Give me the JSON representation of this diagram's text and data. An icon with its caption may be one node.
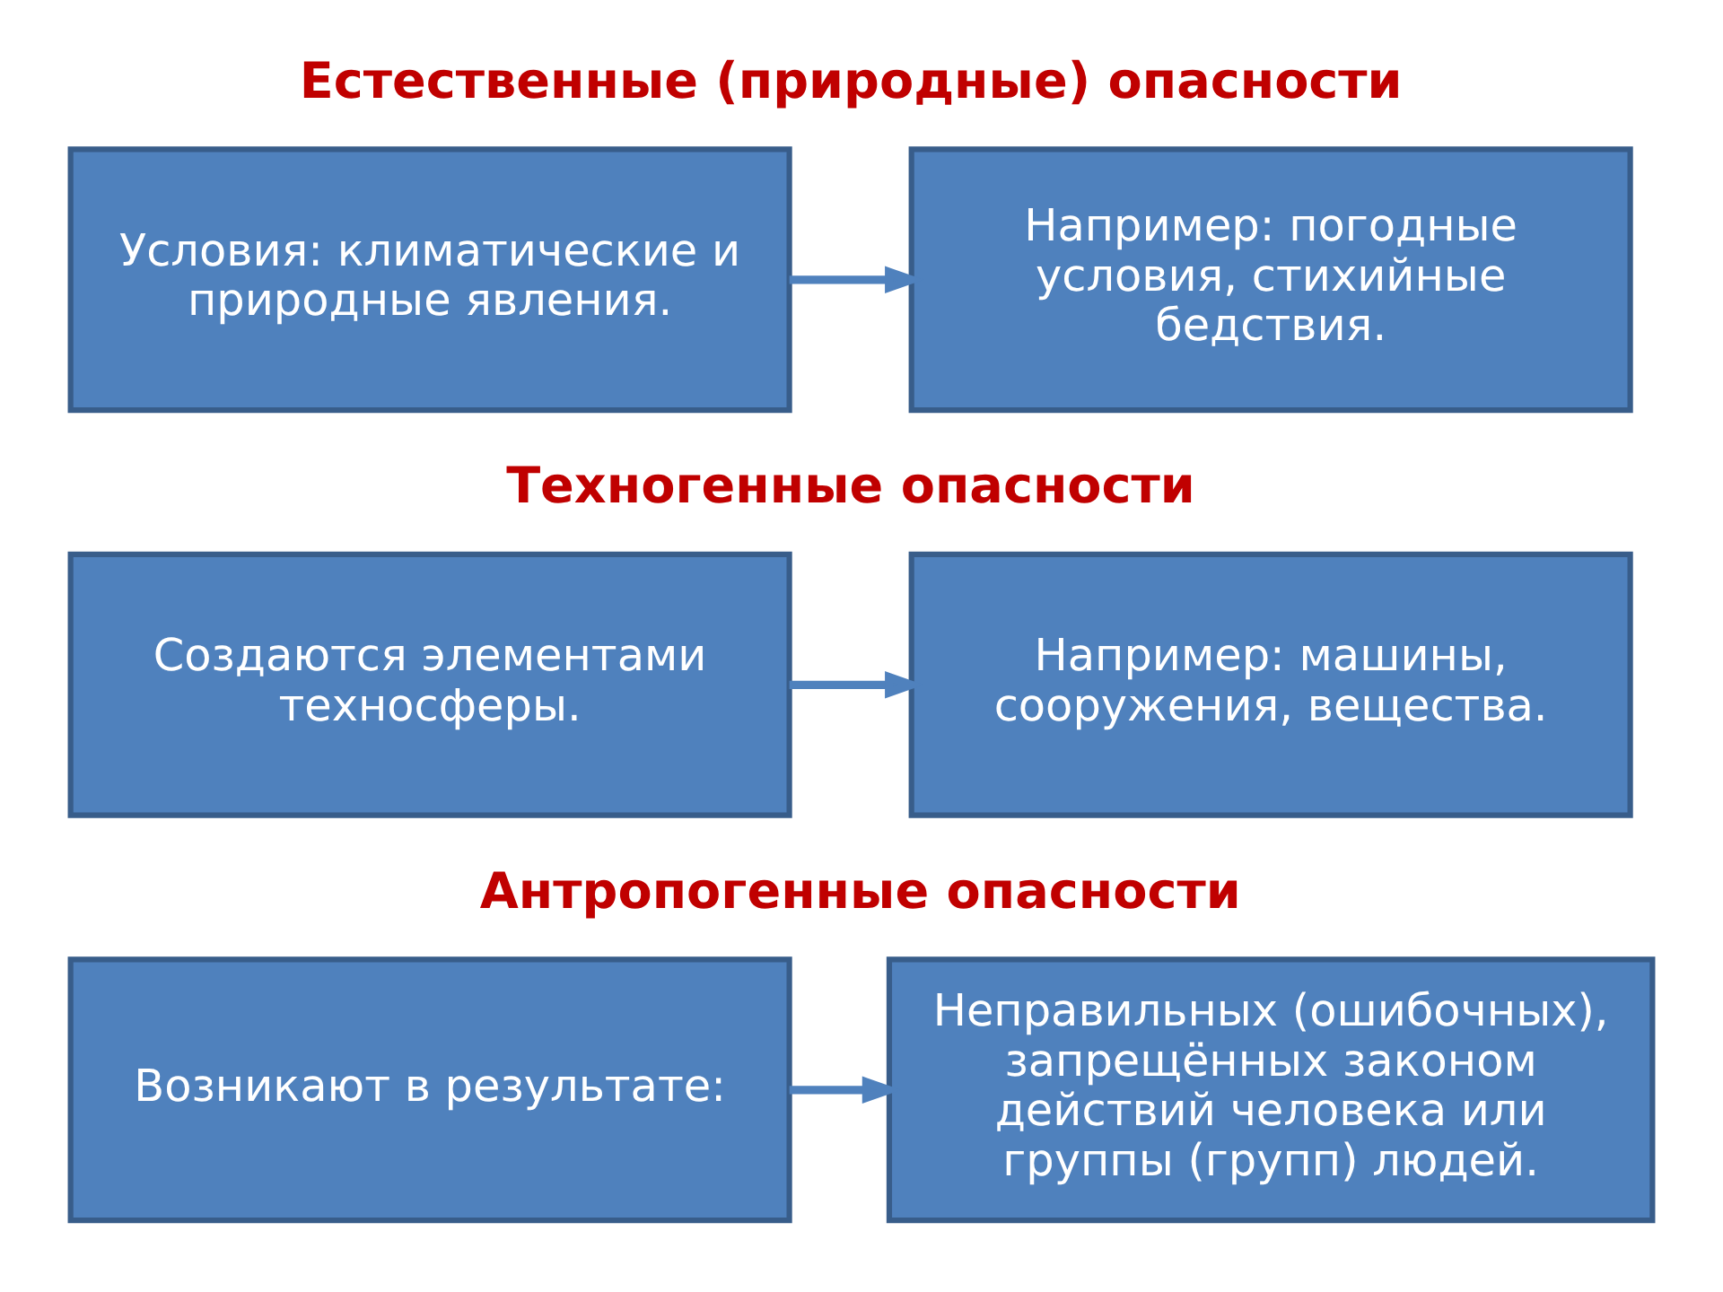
{
  "diagram": {
    "nodes": [
      {
        "text": [
          "Условия: климатические и природные явления."
        ]
      },
      {
        "text": [
          "Например: погодные условия, стихийные бедствия."
        ]
      },
      {
        "text": [
          "Создаются элементами техносферы."
        ]
      },
      {
        "text": [
          "Например: машины, сооружения, вещества."
        ]
      },
      {
        "text": [
          "Возникают в результате:"
        ]
      },
      {
        "text": [
          "Неправильных (ошибочных), запрещённых законом действий человека или группы (групп) людей."
        ]
      }
    ],
    "edges": [
      {
        "from": 0,
        "to": 1,
        "arrow": "to"
      },
      {
        "from": 2,
        "to": 3,
        "arrow": "to"
      },
      {
        "from": 4,
        "to": 5,
        "arrow": "to"
      }
    ],
    "labels": [
      "Естественные (природные) опасности",
      "Техногенные опасности",
      "Антропогенные опасности"
    ]
  }
}
